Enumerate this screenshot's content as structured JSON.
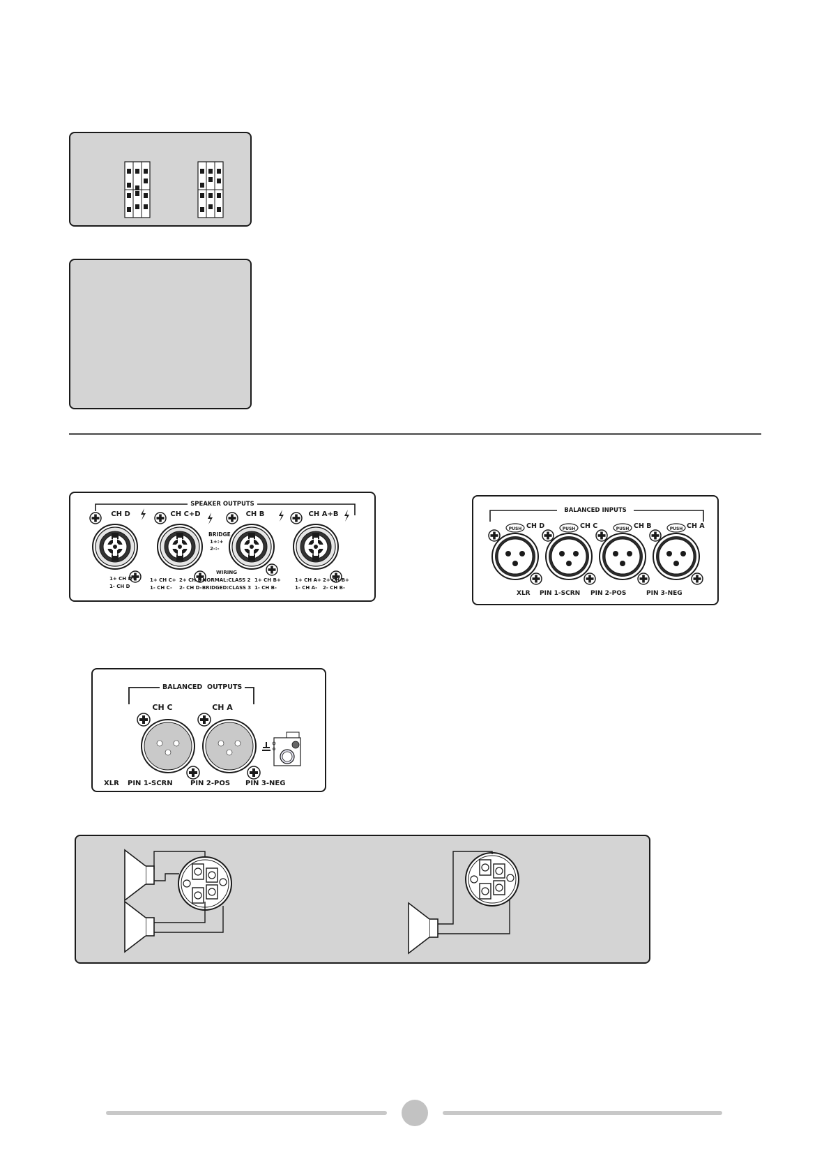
{
  "speaker_outputs": {
    "title": "SPEAKER OUTPUTS",
    "channels": [
      "CH D",
      "CH C+D",
      "CH B",
      "CH A+B"
    ],
    "bridge_title": "BRIDGE",
    "bridge_line1": "1+:+",
    "bridge_line2": "2-:-",
    "wiring_title": "WIRING",
    "wiring_normal": "NORMAL:CLASS 2",
    "wiring_bridged": "BRIDGED:CLASS 3",
    "pins": [
      {
        "l1": "1+ CH D+",
        "l2": "1- CH D"
      },
      {
        "l1": "1+ CH C+",
        "l2": "1- CH C-"
      },
      {
        "l1": "2+ CH D+",
        "l2": "2- CH D-"
      },
      {
        "l1": "1+ CH B+",
        "l2": "1- CH B-"
      },
      {
        "l1": "1+ CH A+",
        "l2": "1- CH A-"
      },
      {
        "l1": "2+ CH B+",
        "l2": "2- CH B-"
      }
    ]
  },
  "balanced_inputs": {
    "title": "BALANCED INPUTS",
    "push_label": "PUSH",
    "channels": [
      "CH D",
      "CH C",
      "CH B",
      "CH A"
    ],
    "pin_xlr": "XLR",
    "pin1": "PIN 1-SCRN",
    "pin2": "PIN 2-POS",
    "pin3": "PIN 3-NEG"
  },
  "balanced_outputs": {
    "title_a": "BALANCED",
    "title_b": "OUTPUTS",
    "channels": [
      "CH C",
      "CH A"
    ],
    "pin_xlr": "XLR",
    "pin1": "PIN 1-SCRN",
    "pin2": "PIN 2-POS",
    "pin3": "PIN 3-NEG"
  }
}
